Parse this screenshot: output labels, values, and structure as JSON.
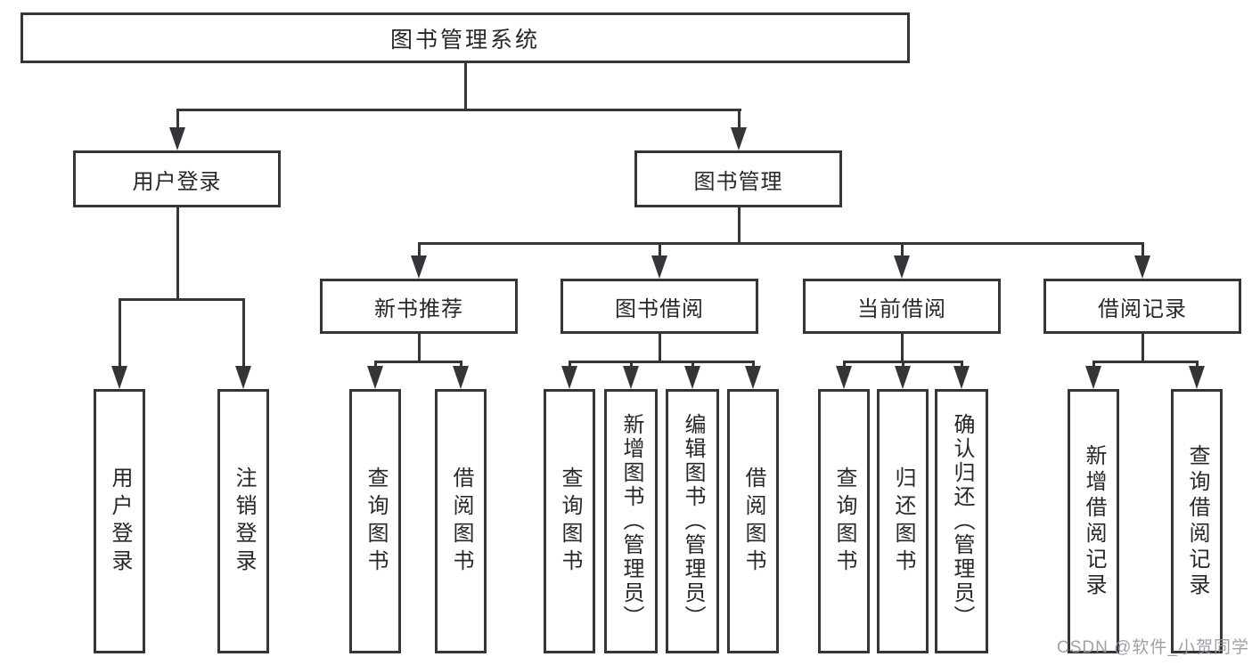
{
  "diagram_title": "图书管理系统",
  "watermark": "CSDN @软件_小贺同学",
  "colors": {
    "line": "#333538",
    "text": "#26282c",
    "box_background": "#ffffff",
    "page_background": "#ffffff",
    "watermark": "#9898a2"
  },
  "nodes": {
    "root": {
      "label": "图书管理系统"
    },
    "user_login": {
      "label": "用户登录"
    },
    "book_mgmt": {
      "label": "图书管理"
    },
    "new_book_rec": {
      "label": "新书推荐"
    },
    "book_borrow": {
      "label": "图书借阅"
    },
    "current_borrow": {
      "label": "当前借阅"
    },
    "borrow_record": {
      "label": "借阅记录"
    },
    "leaf_user_login": {
      "label": "用户登录"
    },
    "leaf_logout": {
      "label": "注销登录"
    },
    "leaf_rec_query_book": {
      "label": "查询图书"
    },
    "leaf_rec_borrow_book": {
      "label": "借阅图书"
    },
    "leaf_bb_query_book": {
      "label": "查询图书"
    },
    "leaf_bb_add_book": {
      "label": "新增图书（管理员）"
    },
    "leaf_bb_edit_book": {
      "label": "编辑图书（管理员）"
    },
    "leaf_bb_borrow_book": {
      "label": "借阅图书"
    },
    "leaf_cb_query_book": {
      "label": "查询图书"
    },
    "leaf_cb_return_book": {
      "label": "归还图书"
    },
    "leaf_cb_confirm_return": {
      "label": "确认归还（管理员）"
    },
    "leaf_br_add_record": {
      "label": "新增借阅记录"
    },
    "leaf_br_query_record": {
      "label": "查询借阅记录"
    }
  },
  "hierarchy": {
    "图书管理系统": {
      "用户登录": [
        "用户登录",
        "注销登录"
      ],
      "图书管理": {
        "新书推荐": [
          "查询图书",
          "借阅图书"
        ],
        "图书借阅": [
          "查询图书",
          "新增图书（管理员）",
          "编辑图书（管理员）",
          "借阅图书"
        ],
        "当前借阅": [
          "查询图书",
          "归还图书",
          "确认归还（管理员）"
        ],
        "借阅记录": [
          "新增借阅记录",
          "查询借阅记录"
        ]
      }
    }
  }
}
